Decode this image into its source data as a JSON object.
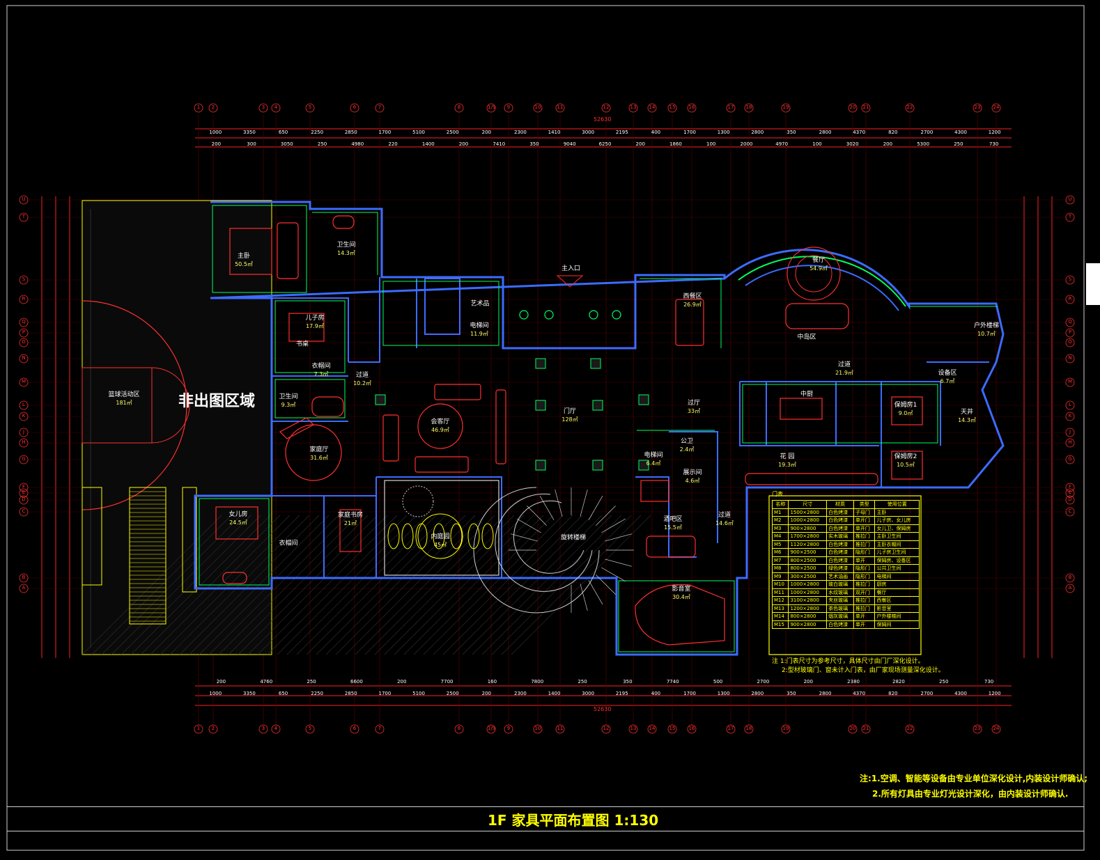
{
  "drawing": {
    "title": "1F 家具平面布置图 1:130",
    "restricted_area": "非出图区域",
    "main_entrance": "主入口"
  },
  "colors": {
    "background": "#000000",
    "wall": "#3c6cff",
    "dimension": "#ff2020",
    "furniture": "#ff3030",
    "label": "#ffffff",
    "area": "#ffff66",
    "green": "#00ff60",
    "notes": "#ffff00"
  },
  "axes": {
    "top_numbers": [
      "1",
      "2",
      "3",
      "4",
      "5",
      "6",
      "7",
      "8",
      "1/9",
      "9",
      "10",
      "11",
      "12",
      "13",
      "14",
      "15",
      "16",
      "17",
      "18",
      "19",
      "20",
      "21",
      "22",
      "23",
      "24"
    ],
    "left_letters": [
      "U",
      "T",
      "S",
      "R",
      "Q",
      "P",
      "O",
      "N",
      "M",
      "L",
      "K",
      "J",
      "H",
      "G",
      "F",
      "E",
      "D",
      "C",
      "B",
      "A"
    ]
  },
  "dimensions": {
    "top_row1": [
      "1000",
      "3350",
      "650",
      "2250",
      "2850",
      "1700",
      "5100",
      "2500",
      "200",
      "2300",
      "1410",
      "3000",
      "2195",
      "400",
      "1700",
      "1300",
      "2800",
      "350",
      "2800",
      "4370",
      "820",
      "2700",
      "4300",
      "1200"
    ],
    "top_row2": [
      "200",
      "300",
      "3050",
      "250",
      "4980",
      "220",
      "1400",
      "200",
      "7410",
      "350",
      "9040",
      "6250",
      "200",
      "1860",
      "100",
      "2000",
      "4970",
      "100",
      "3020",
      "200",
      "5300",
      "250",
      "730"
    ],
    "top_total": "52630",
    "bottom_row1": [
      "200",
      "4760",
      "250",
      "6600",
      "200",
      "7700",
      "160",
      "7800",
      "250",
      "350",
      "7740",
      "500",
      "2700",
      "200",
      "2380",
      "2820",
      "250",
      "730"
    ],
    "bottom_row2": [
      "1000",
      "3350",
      "650",
      "2250",
      "2850",
      "1700",
      "5100",
      "2500",
      "200",
      "2300",
      "1400",
      "3000",
      "2195",
      "400",
      "1700",
      "1300",
      "2800",
      "350",
      "2800",
      "4370",
      "820",
      "2700",
      "4300",
      "1200"
    ],
    "bottom_total": "52630"
  },
  "rooms": [
    {
      "name": "主卧",
      "area": "50.5㎡"
    },
    {
      "name": "卫生间",
      "area": "14.3㎡"
    },
    {
      "name": "儿子房",
      "area": "17.9㎡"
    },
    {
      "name": "衣帽间",
      "area": "7.3㎡"
    },
    {
      "name": "卫生间",
      "area": "9.3㎡"
    },
    {
      "name": "过道",
      "area": "10.2㎡"
    },
    {
      "name": "家庭厅",
      "area": "31.6㎡"
    },
    {
      "name": "女儿房",
      "area": "24.5㎡"
    },
    {
      "name": "衣帽间",
      "area": ""
    },
    {
      "name": "家庭书房",
      "area": "21㎡"
    },
    {
      "name": "会客厅",
      "area": "46.9㎡"
    },
    {
      "name": "门厅",
      "area": "128㎡"
    },
    {
      "name": "内庭园",
      "area": "45㎡"
    },
    {
      "name": "电梯间",
      "area": "11.9㎡"
    },
    {
      "name": "西餐区",
      "area": "26.9㎡"
    },
    {
      "name": "餐厅",
      "area": "54.9㎡"
    },
    {
      "name": "中岛区",
      "area": ""
    },
    {
      "name": "中厨",
      "area": ""
    },
    {
      "name": "过道",
      "area": "21.9㎡"
    },
    {
      "name": "保姆房1",
      "area": "9.0㎡"
    },
    {
      "name": "保姆房2",
      "area": "10.5㎡"
    },
    {
      "name": "天井",
      "area": "14.3㎡"
    },
    {
      "name": "设备区",
      "area": "6.7㎡"
    },
    {
      "name": "户外楼梯",
      "area": "10.7㎡"
    },
    {
      "name": "花 园",
      "area": "19.3㎡"
    },
    {
      "name": "公卫",
      "area": "2.4㎡"
    },
    {
      "name": "电梯间",
      "area": "6.4㎡"
    },
    {
      "name": "展示间",
      "area": "4.6㎡"
    },
    {
      "name": "酒吧区",
      "area": "15.5㎡"
    },
    {
      "name": "过道",
      "area": "14.6㎡"
    },
    {
      "name": "影音室",
      "area": "30.4㎡"
    },
    {
      "name": "篮球活动区",
      "area": "181㎡"
    },
    {
      "name": "过厅",
      "area": "33㎡"
    },
    {
      "name": "艺术品",
      "area": ""
    },
    {
      "name": "旋转楼梯",
      "area": ""
    },
    {
      "name": "书桌",
      "area": ""
    }
  ],
  "door_table": {
    "title": "门表",
    "headers": [
      "名称",
      "尺寸",
      "材质",
      "类型",
      "使用位置"
    ],
    "rows": [
      [
        "M1",
        "1500×2800",
        "白色烤漆",
        "子母门",
        "主卧"
      ],
      [
        "M2",
        "1000×2800",
        "白色烤漆",
        "单开门",
        "儿子房、女儿房"
      ],
      [
        "M3",
        "900×2800",
        "白色烤漆",
        "单开门",
        "女儿卫、保姆房"
      ],
      [
        "M4",
        "1700×2800",
        "实木玻璃",
        "推拉门",
        "主卧卫生间"
      ],
      [
        "M5",
        "1120×2800",
        "白色烤漆",
        "推拉门",
        "主卧衣帽间"
      ],
      [
        "M6",
        "900×2500",
        "白色烤漆",
        "隐形门",
        "儿子房卫生间"
      ],
      [
        "M7",
        "800×2500",
        "白色烤漆",
        "单开",
        "保姆房、设备区"
      ],
      [
        "M8",
        "800×2500",
        "绿色烤漆",
        "隐形门",
        "公共卫生间"
      ],
      [
        "M9",
        "300×2500",
        "艺术油画",
        "隐形门",
        "电梯间"
      ],
      [
        "M10",
        "1000×2800",
        "玻白玻璃",
        "推拉门",
        "厨房"
      ],
      [
        "M11",
        "1000×2800",
        "水纹玻璃",
        "双开门",
        "餐厅"
      ],
      [
        "M12",
        "3100×2800",
        "夹丝玻璃",
        "推拉门",
        "西餐区"
      ],
      [
        "M13",
        "1200×2800",
        "茶色玻璃",
        "推拉门",
        "影音室"
      ],
      [
        "M14",
        "800×2800",
        "烟灰玻璃",
        "单开",
        "户外楼梯间"
      ],
      [
        "M15",
        "900×2800",
        "白色烤漆",
        "单开",
        "保姆间"
      ]
    ]
  },
  "table_notes": [
    "注 1:门表尺寸为参考尺寸，具体尺寸由门厂深化设计。",
    "2:型材玻璃门、窗未计入门表，由厂家现场测量深化设计。"
  ],
  "general_notes": [
    "注:1.空调、智能等设备由专业单位深化设计,内装设计师确认;",
    "2.所有灯具由专业灯光设计深化，由内装设计师确认."
  ]
}
